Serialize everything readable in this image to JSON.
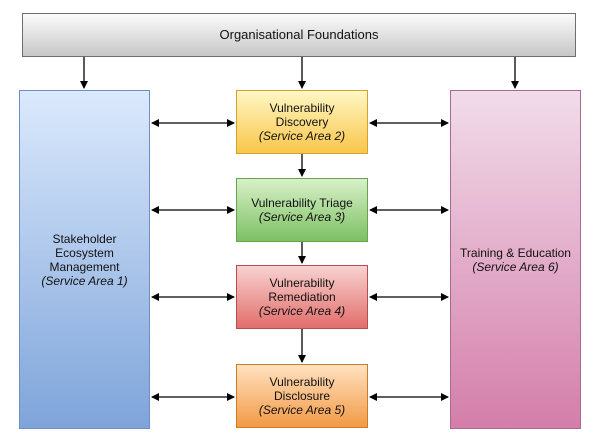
{
  "diagram": {
    "foundations": {
      "label": "Organisational Foundations"
    },
    "stakeholder": {
      "line1": "Stakeholder",
      "line2": "Ecosystem",
      "line3": "Management",
      "sub": "(Service Area 1)"
    },
    "discovery": {
      "line1": "Vulnerability",
      "line2": "Discovery",
      "sub": "(Service Area 2)"
    },
    "triage": {
      "line1": "Vulnerability Triage",
      "sub": "(Service Area 3)"
    },
    "remediation": {
      "line1": "Vulnerability",
      "line2": "Remediation",
      "sub": "(Service Area 4)"
    },
    "disclosure": {
      "line1": "Vulnerability",
      "line2": "Disclosure",
      "sub": "(Service Area 5)"
    },
    "training": {
      "line1": "Training & Education",
      "sub": "(Service Area 6)"
    }
  },
  "colors": {
    "foundations": "#d9d9d9",
    "stakeholder": "#9fbde8",
    "discovery": "#ffd966",
    "triage": "#93c47d",
    "remediation": "#ea9999",
    "disclosure": "#f6b26b",
    "training": "#e6a3c6",
    "edge": "#000000"
  }
}
